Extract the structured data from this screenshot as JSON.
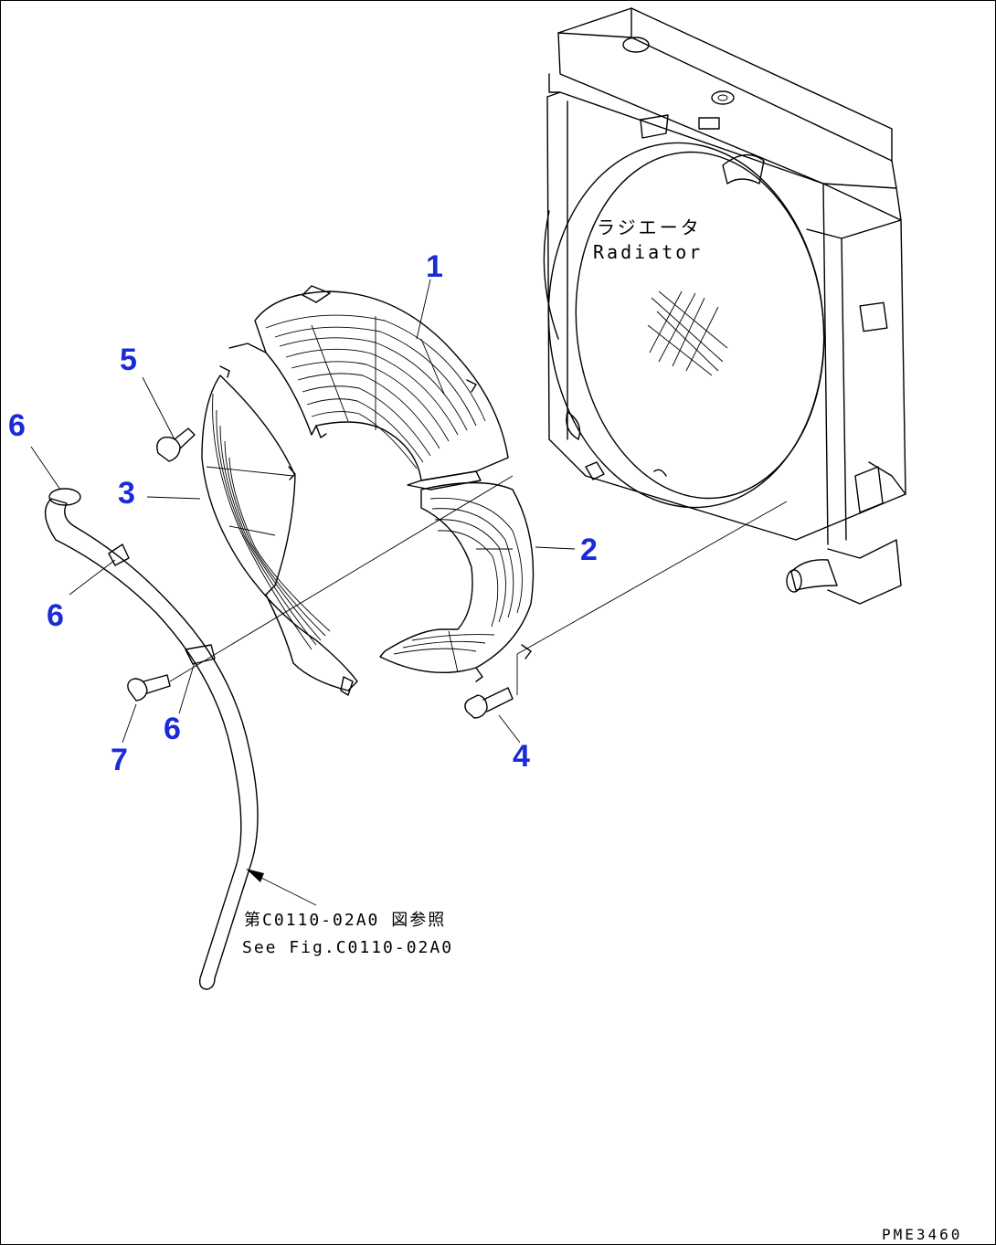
{
  "radiator": {
    "label_jp": "ラジエータ",
    "label_en": "Radiator"
  },
  "callouts": [
    {
      "id": "c1",
      "text": "1"
    },
    {
      "id": "c2",
      "text": "2"
    },
    {
      "id": "c3",
      "text": "3"
    },
    {
      "id": "c4",
      "text": "4"
    },
    {
      "id": "c5",
      "text": "5"
    },
    {
      "id": "c6a",
      "text": "6"
    },
    {
      "id": "c6b",
      "text": "6"
    },
    {
      "id": "c6c",
      "text": "6"
    },
    {
      "id": "c7",
      "text": "7"
    }
  ],
  "reference": {
    "jp": "第C0110-02A0 図参照",
    "en": "See Fig.C0110-02A0"
  },
  "drawing_code": "PME3460"
}
